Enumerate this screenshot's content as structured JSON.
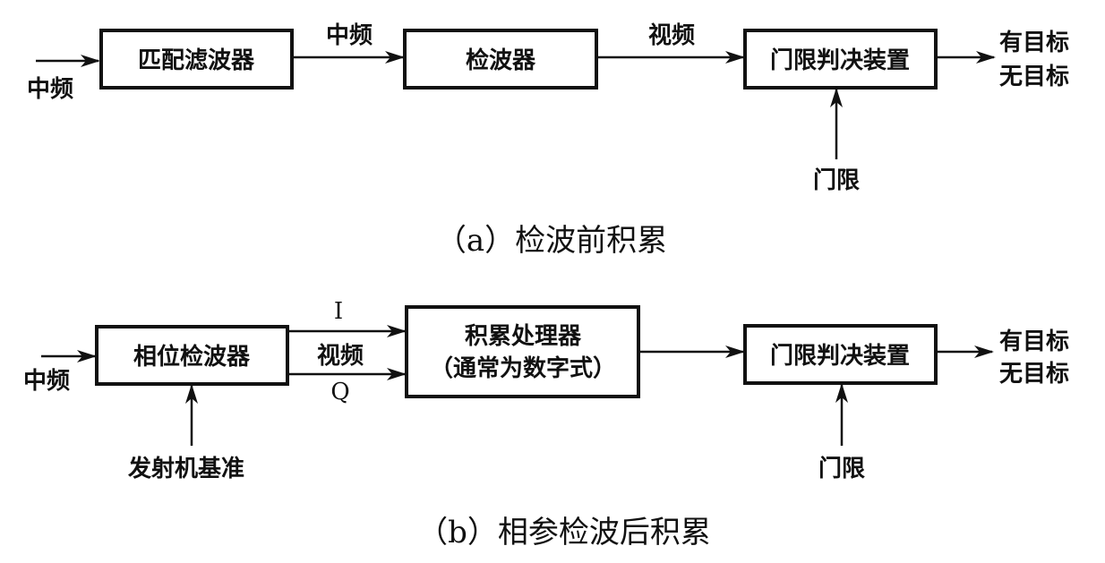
{
  "diagram_a": {
    "caption": "（a）检波前积累",
    "input_label": "中频",
    "blocks": {
      "matched_filter": "匹配滤波器",
      "detector": "检波器",
      "threshold_decision": "门限判决装置"
    },
    "edge_labels": {
      "if_to_detector": "中频",
      "video_to_threshold": "视频"
    },
    "threshold_input": "门限",
    "outputs": [
      "有目标",
      "无目标"
    ]
  },
  "diagram_b": {
    "caption": "（b）相参检波后积累",
    "input_label": "中频",
    "blocks": {
      "phase_detector": "相位检波器",
      "integrator_line1": "积累处理器",
      "integrator_line2": "（通常为数字式）",
      "threshold_decision": "门限判决装置"
    },
    "edge_labels": {
      "i_channel": "I",
      "video": "视频",
      "q_channel": "Q"
    },
    "reference_input": "发射机基准",
    "threshold_input": "门限",
    "outputs": [
      "有目标",
      "无目标"
    ]
  }
}
